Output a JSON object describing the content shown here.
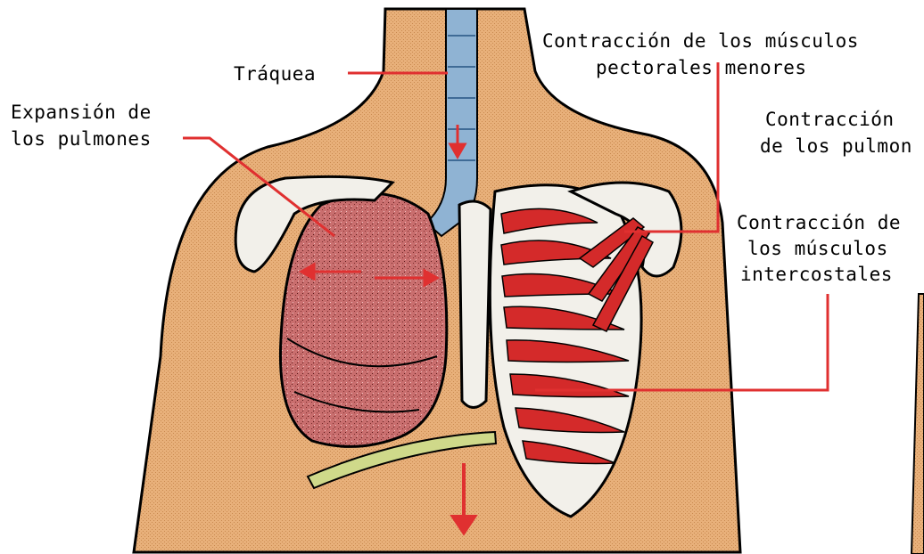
{
  "labels": {
    "trachea": "Tráquea",
    "lung_expansion_1": "Expansión de",
    "lung_expansion_2": "los pulmones",
    "pectoral_1": "Contracción de los músculos",
    "pectoral_2": "pectorales menores",
    "lung_contraction_1": "Contracción",
    "lung_contraction_2": "de los pulmon",
    "intercostal_1": "Contracción de",
    "intercostal_2": "los músculos",
    "intercostal_3": "intercostales"
  },
  "colors": {
    "skin": "#e8b07a",
    "skin_dark": "#c98a50",
    "lung": "#c96e6e",
    "trachea": "#8fb3d3",
    "bone": "#f2f0ea",
    "muscle": "#d42a2a",
    "diaphragm": "#cfd98a",
    "leader": "#e03030",
    "outline": "#000000"
  }
}
